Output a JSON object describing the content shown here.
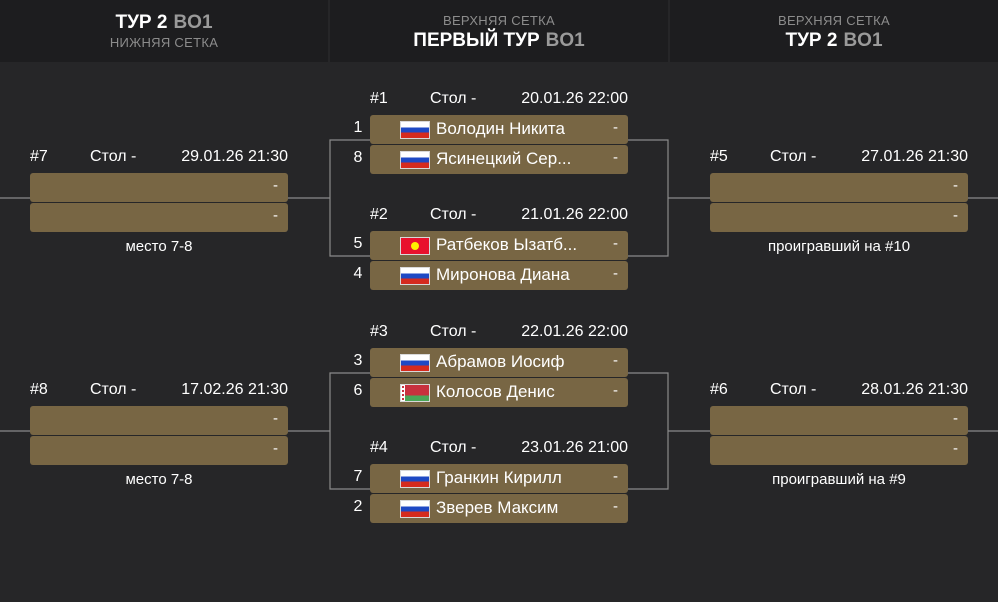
{
  "header": {
    "col1": {
      "title": "ТУР 2",
      "bo": "BO1",
      "sub": "НИЖНЯЯ СЕТКА"
    },
    "col2": {
      "sub": "ВЕРХНЯЯ СЕТКА",
      "title": "ПЕРВЫЙ ТУР",
      "bo": "BO1"
    },
    "col3": {
      "sub": "ВЕРХНЯЯ СЕТКА",
      "title": "ТУР 2",
      "bo": "BO1"
    }
  },
  "matches": {
    "m1": {
      "num": "#1",
      "table": "Стол -",
      "date": "20.01.26 22:00",
      "p1": {
        "seed": "1",
        "flag": "flag-ru",
        "name": "Володин Никита",
        "score": "-"
      },
      "p2": {
        "seed": "8",
        "flag": "flag-ru",
        "name": "Ясинецкий Сер...",
        "score": "-"
      }
    },
    "m2": {
      "num": "#2",
      "table": "Стол -",
      "date": "21.01.26 22:00",
      "p1": {
        "seed": "5",
        "flag": "flag-kg",
        "name": "Ратбеков Ызатб...",
        "score": "-"
      },
      "p2": {
        "seed": "4",
        "flag": "flag-ru",
        "name": "Миронова Диана",
        "score": "-"
      }
    },
    "m3": {
      "num": "#3",
      "table": "Стол -",
      "date": "22.01.26 22:00",
      "p1": {
        "seed": "3",
        "flag": "flag-ru",
        "name": "Абрамов Иосиф",
        "score": "-"
      },
      "p2": {
        "seed": "6",
        "flag": "flag-by",
        "name": "Колосов Денис",
        "score": "-"
      }
    },
    "m4": {
      "num": "#4",
      "table": "Стол -",
      "date": "23.01.26 21:00",
      "p1": {
        "seed": "7",
        "flag": "flag-ru",
        "name": "Гранкин Кирилл",
        "score": "-"
      },
      "p2": {
        "seed": "2",
        "flag": "flag-ru",
        "name": "Зверев Максим",
        "score": "-"
      }
    },
    "m5": {
      "num": "#5",
      "table": "Стол -",
      "date": "27.01.26 21:30",
      "p1": {
        "score": "-"
      },
      "p2": {
        "score": "-"
      },
      "caption": "проигравший на #10"
    },
    "m6": {
      "num": "#6",
      "table": "Стол -",
      "date": "28.01.26 21:30",
      "p1": {
        "score": "-"
      },
      "p2": {
        "score": "-"
      },
      "caption": "проигравший на #9"
    },
    "m7": {
      "num": "#7",
      "table": "Стол -",
      "date": "29.01.26 21:30",
      "p1": {
        "score": "-"
      },
      "p2": {
        "score": "-"
      },
      "caption": "место 7-8"
    },
    "m8": {
      "num": "#8",
      "table": "Стол -",
      "date": "17.02.26 21:30",
      "p1": {
        "score": "-"
      },
      "p2": {
        "score": "-"
      },
      "caption": "место 7-8"
    }
  },
  "colors": {
    "background": "#262628",
    "header_background": "#1d1d1f",
    "slot": "#786644",
    "line": "#8a8a8a"
  }
}
